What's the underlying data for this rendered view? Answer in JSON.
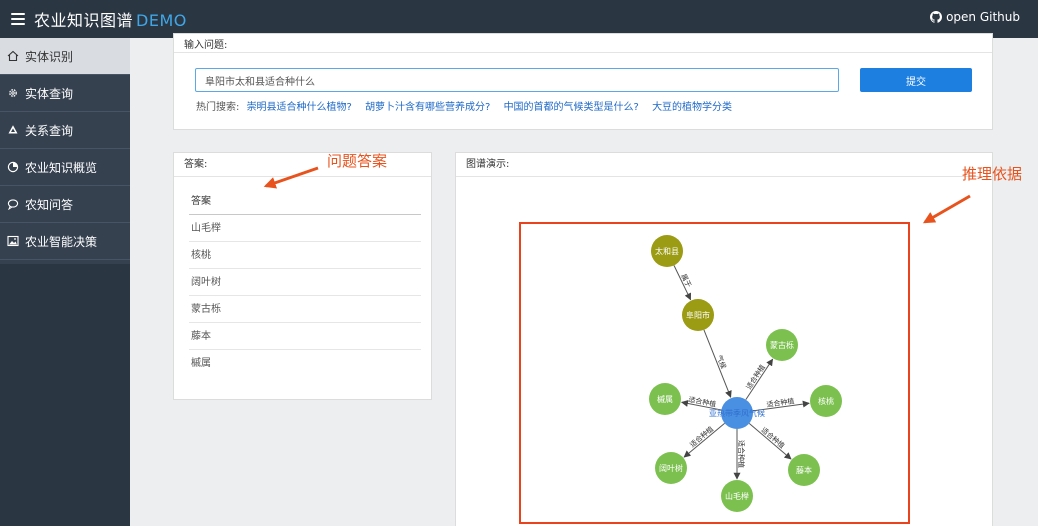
{
  "header": {
    "title": "农业知识图谱",
    "title_suffix": "DEMO",
    "github_label": "open Github"
  },
  "sidebar": {
    "items": [
      {
        "label": "实体识别",
        "icon": "home-icon",
        "active": true
      },
      {
        "label": "实体查询",
        "icon": "gear-icon",
        "active": false
      },
      {
        "label": "关系查询",
        "icon": "recycle-icon",
        "active": false
      },
      {
        "label": "农业知识概览",
        "icon": "pie-chart-icon",
        "active": false
      },
      {
        "label": "农知问答",
        "icon": "chat-icon",
        "active": false
      },
      {
        "label": "农业智能决策",
        "icon": "image-icon",
        "active": false
      }
    ]
  },
  "question": {
    "heading": "输入问题:",
    "input_value": "阜阳市太和县适合种什么",
    "submit_label": "提交",
    "hot_label": "热门搜索:",
    "hot_searches": [
      "崇明县适合种什么植物?",
      "胡萝卜汁含有哪些营养成分?",
      "中国的首都的气候类型是什么?",
      "大豆的植物学分类"
    ]
  },
  "answer": {
    "heading": "答案:",
    "column_header": "答案",
    "items": [
      "山毛榉",
      "核桃",
      "阔叶树",
      "蒙古栎",
      "藤本",
      "槭属"
    ]
  },
  "graph": {
    "heading": "图谱演示:",
    "colors": {
      "region": "#9b9b14",
      "climate": "#4a90e2",
      "plant": "#7cc150",
      "frame": "#e8431d"
    },
    "nodes": [
      {
        "id": "taihe",
        "label": "太和县",
        "kind": "region"
      },
      {
        "id": "fuyang",
        "label": "阜阳市",
        "kind": "region"
      },
      {
        "id": "climate",
        "label": "亚热带季风气候",
        "kind": "climate"
      },
      {
        "id": "menggu",
        "label": "蒙古栎",
        "kind": "plant"
      },
      {
        "id": "hetao",
        "label": "核桃",
        "kind": "plant"
      },
      {
        "id": "tengben",
        "label": "藤本",
        "kind": "plant"
      },
      {
        "id": "shanmaoju",
        "label": "山毛榉",
        "kind": "plant"
      },
      {
        "id": "kuoye",
        "label": "阔叶树",
        "kind": "plant"
      },
      {
        "id": "qishu",
        "label": "槭属",
        "kind": "plant"
      }
    ],
    "edges": [
      {
        "from": "taihe",
        "to": "fuyang",
        "label": "属于"
      },
      {
        "from": "fuyang",
        "to": "climate",
        "label": "气候"
      },
      {
        "from": "climate",
        "to": "menggu",
        "label": "适合种植"
      },
      {
        "from": "climate",
        "to": "hetao",
        "label": "适合种植"
      },
      {
        "from": "climate",
        "to": "tengben",
        "label": "适合种植"
      },
      {
        "from": "climate",
        "to": "shanmaoju",
        "label": "适合种植"
      },
      {
        "from": "climate",
        "to": "kuoye",
        "label": "适合种植"
      },
      {
        "from": "climate",
        "to": "qishu",
        "label": "适合种植"
      }
    ]
  },
  "annotations": {
    "answer_note": "问题答案",
    "graph_note": "推理依据",
    "color": "#e8531d"
  }
}
